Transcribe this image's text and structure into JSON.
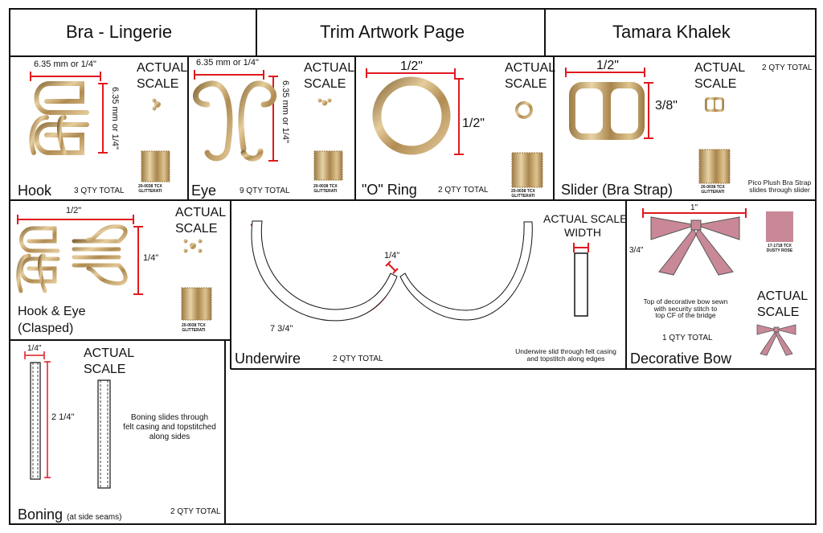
{
  "header": {
    "left": "Bra - Lingerie",
    "center": "Trim Artwork Page",
    "right": "Tamara Khalek"
  },
  "colors": {
    "gold": "#b8955a",
    "gold_light": "#e2c897",
    "pink": "#c98897",
    "red": "#e0191f"
  },
  "common": {
    "actual": "ACTUAL",
    "scale": "SCALE",
    "swatch_code": "20-0038 TCX",
    "swatch_name": "GLITTERATI"
  },
  "hook": {
    "dim_w": "6.35 mm or 1/4\"",
    "dim_h": "6.35 mm or 1/4\"",
    "name": "Hook",
    "qty": "3 QTY TOTAL"
  },
  "eye": {
    "dim_w": "6.35 mm or 1/4\"",
    "dim_h": "6.35 mm or 1/4\"",
    "name": "Eye",
    "qty": "9 QTY TOTAL"
  },
  "oring": {
    "dim_w": "1/2\"",
    "dim_h": "1/2\"",
    "name": "\"O\" Ring",
    "qty": "2 QTY TOTAL"
  },
  "slider": {
    "dim_w": "1/2\"",
    "dim_h": "3/8\"",
    "name": "Slider (Bra Strap)",
    "qty": "2 QTY TOTAL",
    "note1": "Pico Plush Bra Strap",
    "note2": "slides through slider"
  },
  "hookeye": {
    "dim_w": "1/2\"",
    "dim_h": "1/4\"",
    "name1": "Hook & Eye",
    "name2": "(Clasped)"
  },
  "underwire": {
    "actual_scale": "ACTUAL SCALE",
    "width": "WIDTH",
    "gap": "1/4\"",
    "length": "7 3/4\"",
    "name": "Underwire",
    "qty": "2 QTY TOTAL",
    "note1": "Underwire slid through felt casing",
    "note2": "and topstitch along edges"
  },
  "bow": {
    "dim_w": "1\"",
    "dim_h": "3/4\"",
    "swatch_code": "17-1718 TCX",
    "swatch_name": "DUSTY ROSE",
    "note1": "Top of decorative bow sewn",
    "note2": "with security stitch to",
    "note3": "top CF of the bridge",
    "qty": "1 QTY TOTAL",
    "name": "Decorative Bow"
  },
  "boning": {
    "dim_w": "1/4\"",
    "dim_h": "2 1/4\"",
    "note1": "Boning slides through",
    "note2": "felt casing and topstitched",
    "note3": "along sides",
    "name": "Boning",
    "name_sub": "(at side seams)",
    "qty": "2 QTY TOTAL"
  }
}
